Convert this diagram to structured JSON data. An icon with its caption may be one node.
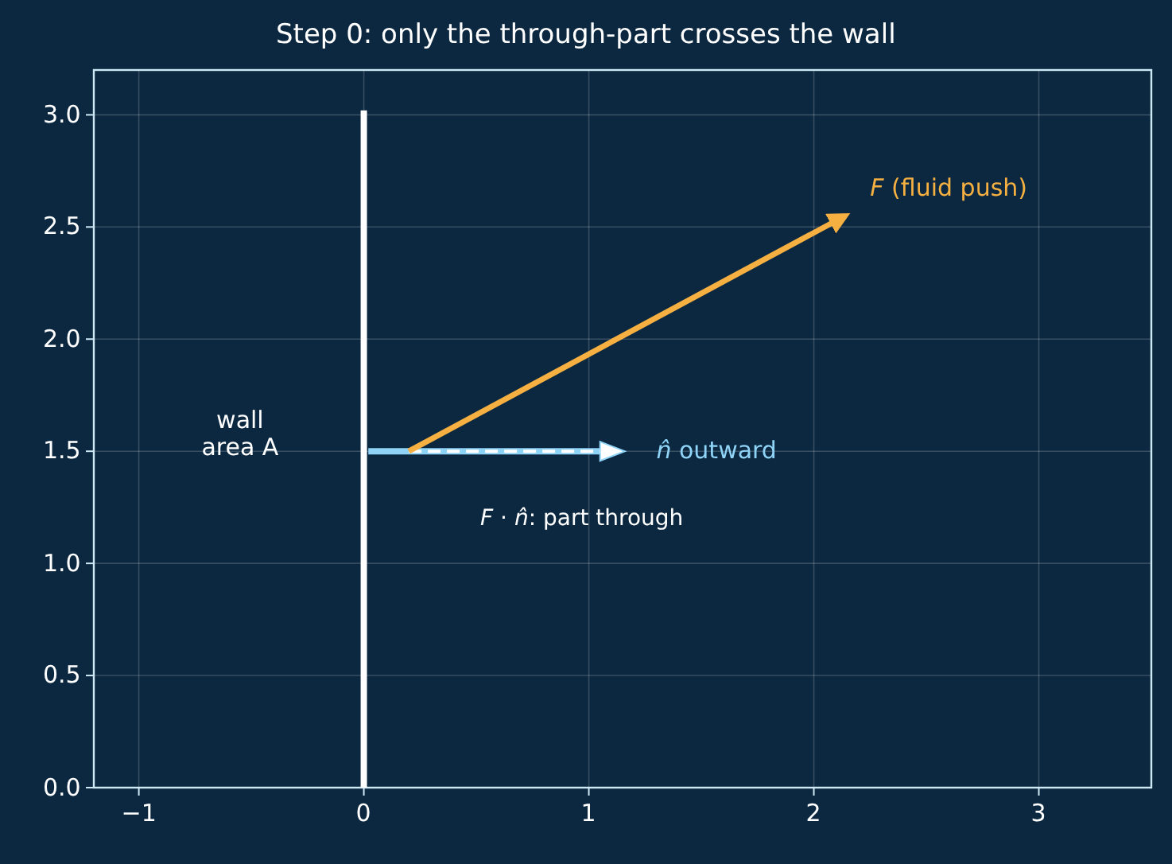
{
  "diagram": {
    "title": "Step 0: only the through-part crosses the wall",
    "labels": [
      "wall area A",
      "*F* (fluid push)",
      "*n̂* outward",
      "*F* · *n̂*: part through",
      "−1",
      "0",
      "1",
      "2",
      "3",
      "0.0",
      "0.5",
      "1.0",
      "1.5",
      "2.0",
      "2.5",
      "3.0"
    ]
  }
}
